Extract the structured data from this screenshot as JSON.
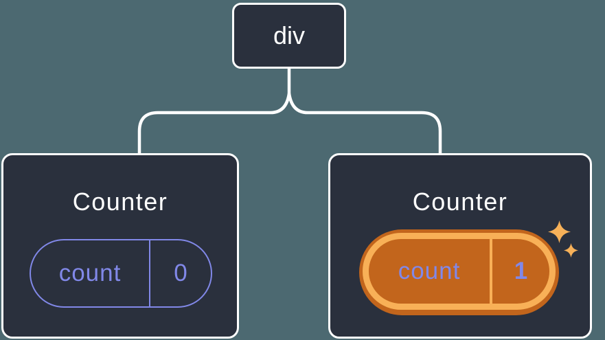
{
  "diagram": {
    "root": {
      "label": "div"
    },
    "children": [
      {
        "title": "Counter",
        "state": {
          "key": "count",
          "value": "0"
        },
        "highlighted": false
      },
      {
        "title": "Counter",
        "state": {
          "key": "count",
          "value": "1"
        },
        "highlighted": true
      }
    ]
  },
  "icons": {
    "sparkle_large": "sparkle-icon",
    "sparkle_small": "sparkle-icon"
  },
  "colors": {
    "background": "#4C6971",
    "node_bg": "#2A303D",
    "node_border": "#FFFFFF",
    "connector": "#FFFFFF",
    "text_primary": "#FFFFFF",
    "state_accent": "#8188E8",
    "highlight_outer": "#C2651C",
    "highlight_inner": "#F8B057",
    "sparkle": "#F7B159"
  }
}
